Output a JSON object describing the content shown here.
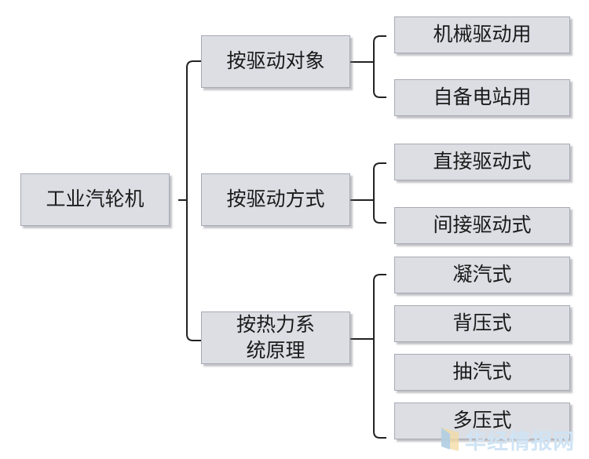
{
  "root": "工业汽轮机",
  "branches": [
    {
      "label": "按驱动对象",
      "children": [
        "机械驱动用",
        "自备电站用"
      ]
    },
    {
      "label": "按驱动方式",
      "children": [
        "直接驱动式",
        "间接驱动式"
      ]
    },
    {
      "label": "按热力系统原理",
      "children": [
        "凝汽式",
        "背压式",
        "抽汽式",
        "多压式"
      ]
    }
  ],
  "watermark": {
    "text": "华经情报网"
  },
  "colors": {
    "box_fill": "#dcdee4",
    "box_border": "#a7aab4",
    "line": "#222222",
    "watermark": "#cfe4f5"
  }
}
